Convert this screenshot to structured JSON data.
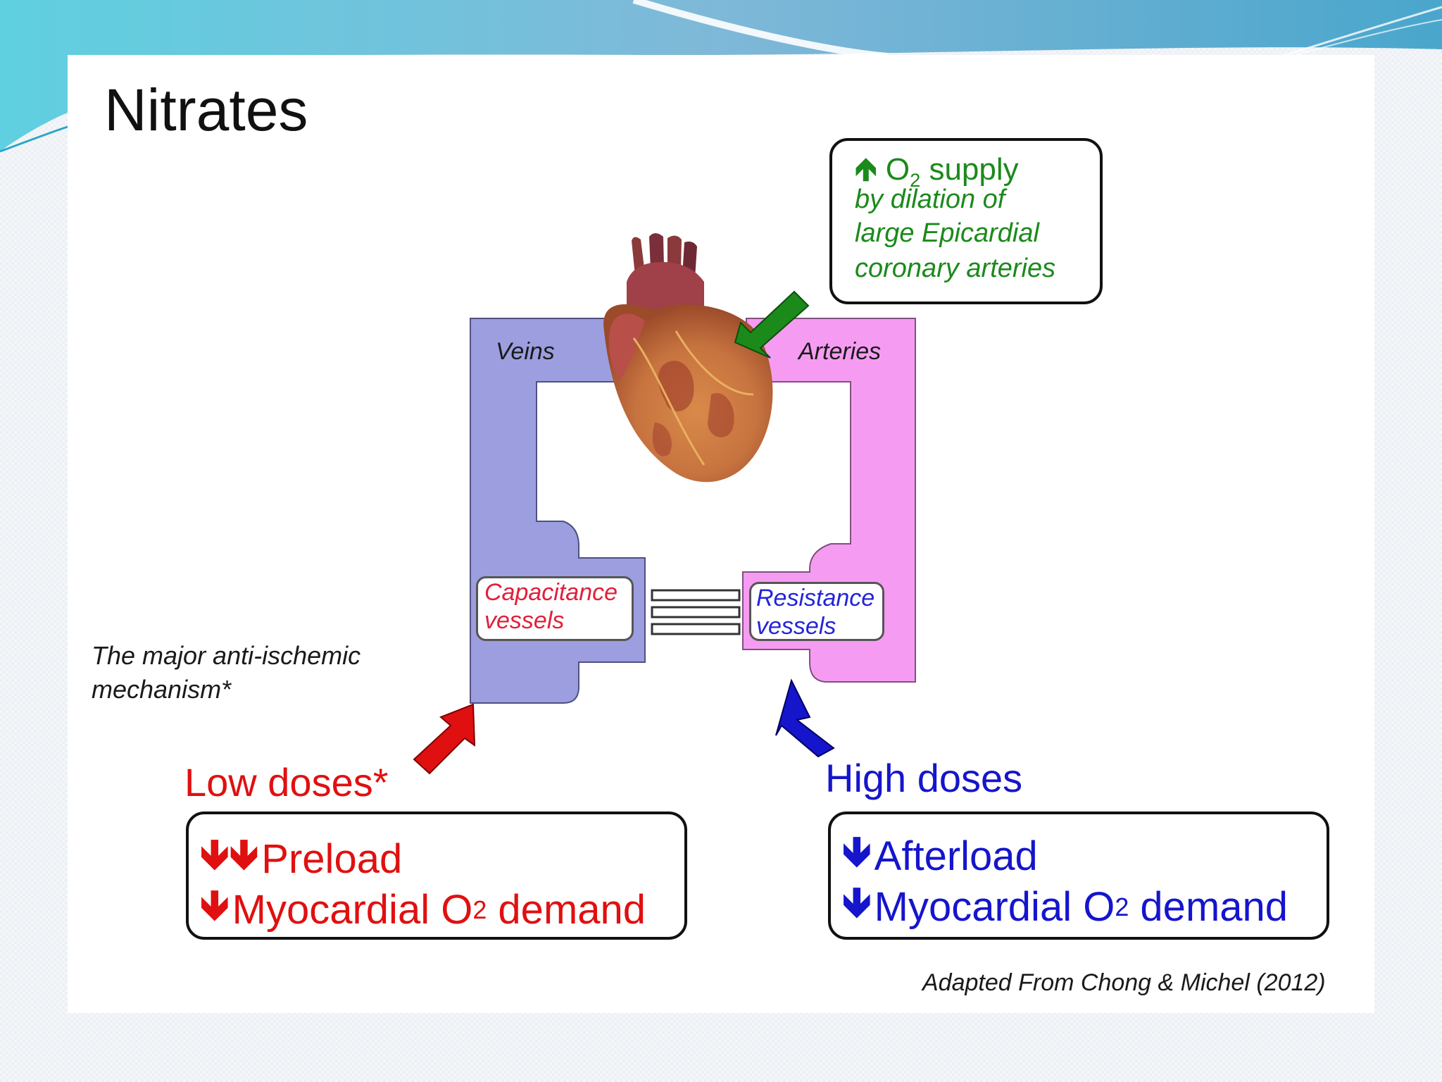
{
  "title": "Nitrates",
  "o2_supply": {
    "arrow": "up-arrow",
    "prefix": "O",
    "subscript": "2",
    "suffix": " supply",
    "line1": "by dilation of",
    "line2": "large Epicardial",
    "line3": "coronary arteries"
  },
  "labels": {
    "veins": "Veins",
    "arteries": "Arteries",
    "capacitance_1": "Capacitance",
    "capacitance_2": "vessels",
    "resistance_1": "Resistance",
    "resistance_2": "vessels"
  },
  "mechanism_note": {
    "line1": "The major anti-ischemic",
    "line2": "mechanism*"
  },
  "low_doses": {
    "label": "Low doses*",
    "effect1": "Preload",
    "effect2_prefix": "Myocardial O",
    "effect2_sub": "2",
    "effect2_suffix": " demand"
  },
  "high_doses": {
    "label": "High doses",
    "effect1": "Afterload",
    "effect2_prefix": "Myocardial O",
    "effect2_sub": "2",
    "effect2_suffix": " demand"
  },
  "citation": "Adapted From Chong & Michel (2012)",
  "colors": {
    "veins": "#9c9ee0",
    "arteries": "#f59cf2",
    "low_dose": "#e01010",
    "high_dose": "#1515cc",
    "supply": "#1b8a1b"
  }
}
